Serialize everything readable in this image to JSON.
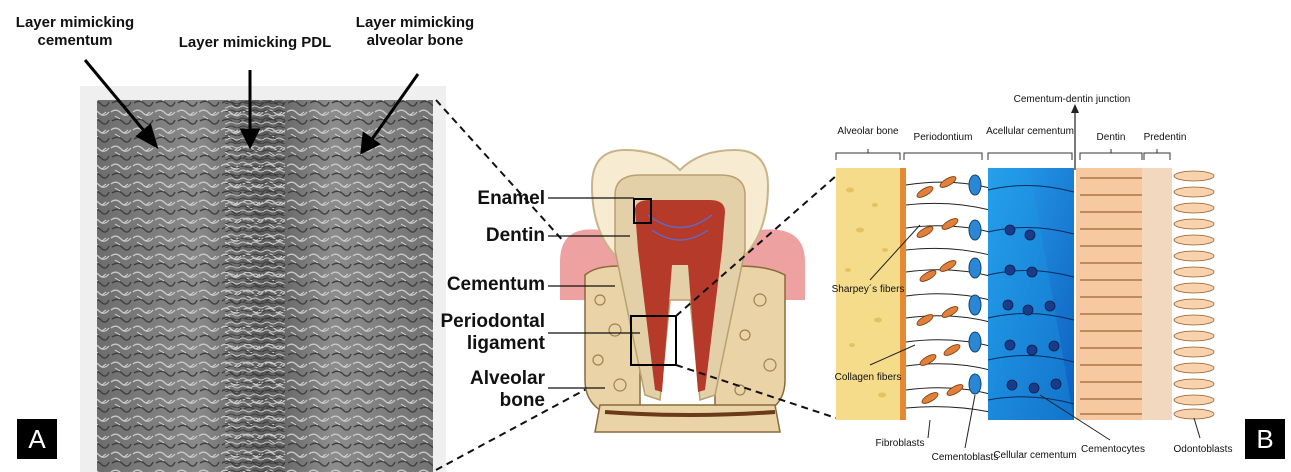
{
  "panel_a": {
    "tag": "A",
    "labels": {
      "cementum": "Layer mimicking cementum",
      "pdl": "Layer mimicking PDL",
      "bone": "Layer mimicking alveolar bone"
    }
  },
  "tooth": {
    "enamel": "Enamel",
    "dentin": "Dentin",
    "cementum": "Cementum",
    "pdl": "Periodontal ligament",
    "bone": "Alveolar bone"
  },
  "panel_b": {
    "tag": "B",
    "cementum_dentin_junction": "Cementum-dentin junction",
    "headers": {
      "alveolar_bone": "Alveolar bone",
      "periodontium": "Periodontium",
      "acellular_cementum": "Acellular cementum",
      "dentin": "Dentin",
      "predentin": "Predentin"
    },
    "inner": {
      "sharpeys": "Sharpey´s fibers",
      "collagen": "Collagen fibers"
    },
    "bottom": {
      "fibroblasts": "Fibroblasts",
      "cementoblasts": "Cementoblasts",
      "cellular_cementum": "Cellular cementum",
      "cementocytes": "Cementocytes",
      "odontoblasts": "Odontoblasts"
    }
  },
  "colors": {
    "bone": "#f4dc8a",
    "cementum_light": "#1e9be6",
    "cementum_dark": "#0d5fbf",
    "dentin": "#f6c9a0",
    "fibroblast": "#e0803a",
    "enamel": "#f7ecd2",
    "gum": "#eda1a1",
    "pulp": "#b53a2a"
  }
}
